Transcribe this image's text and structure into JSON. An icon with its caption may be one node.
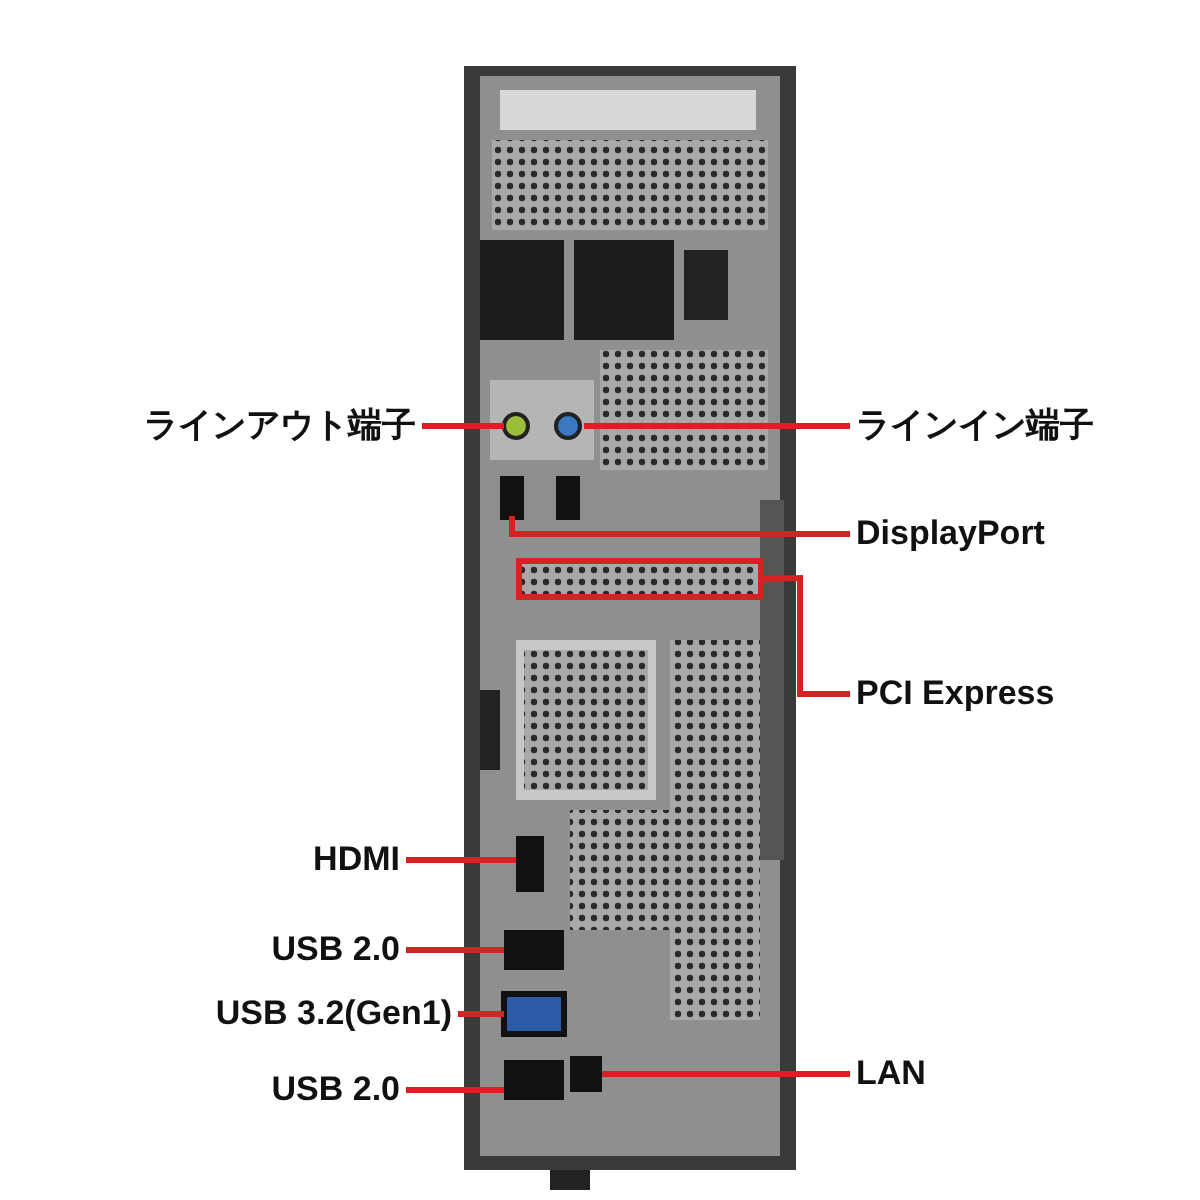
{
  "diagram": {
    "nodes": [
      {
        "text": [
          "ラインアウト端子"
        ]
      },
      {
        "text": [
          "ラインイン端子"
        ]
      },
      {
        "text": [
          "DisplayPort"
        ]
      },
      {
        "text": [
          "PCI Express"
        ]
      },
      {
        "text": [],
        "shape": "box"
      },
      {
        "text": [
          "HDMI"
        ]
      },
      {
        "text": [
          "USB 2.0"
        ]
      },
      {
        "text": [
          "USB 3.2(Gen1)"
        ]
      },
      {
        "text": [
          "USB 2.0"
        ]
      },
      {
        "text": [
          "LAN"
        ]
      }
    ],
    "edges": [
      {
        "from": 0,
        "to": null,
        "arrow": "none"
      },
      {
        "from": 1,
        "to": null,
        "arrow": "none"
      },
      {
        "from": 2,
        "to": null,
        "arrow": "none"
      },
      {
        "from": 3,
        "to": 4,
        "arrow": "none"
      },
      {
        "from": 5,
        "to": null,
        "arrow": "none"
      },
      {
        "from": 6,
        "to": null,
        "arrow": "none"
      },
      {
        "from": 7,
        "to": null,
        "arrow": "none"
      },
      {
        "from": 8,
        "to": null,
        "arrow": "none"
      },
      {
        "from": 9,
        "to": null,
        "arrow": "none"
      }
    ]
  }
}
